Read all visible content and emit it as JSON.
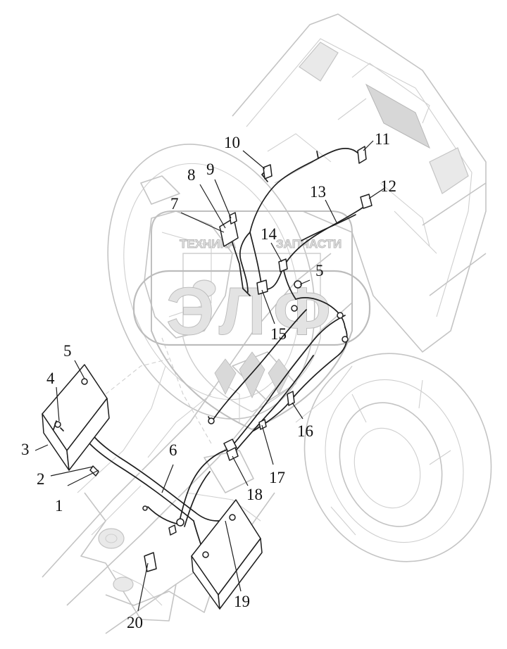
{
  "watermark": {
    "left_word": "ТЕХНИКА",
    "right_word": "ЗАПЧАСТИ",
    "logo": "ЭЛФ"
  },
  "callouts": [
    {
      "id": "1",
      "label": "1"
    },
    {
      "id": "2",
      "label": "2"
    },
    {
      "id": "3",
      "label": "3"
    },
    {
      "id": "4",
      "label": "4"
    },
    {
      "id": "5a",
      "label": "5"
    },
    {
      "id": "5b",
      "label": "5"
    },
    {
      "id": "6",
      "label": "6"
    },
    {
      "id": "7",
      "label": "7"
    },
    {
      "id": "8",
      "label": "8"
    },
    {
      "id": "9",
      "label": "9"
    },
    {
      "id": "10",
      "label": "10"
    },
    {
      "id": "11",
      "label": "11"
    },
    {
      "id": "12",
      "label": "12"
    },
    {
      "id": "13",
      "label": "13"
    },
    {
      "id": "14",
      "label": "14"
    },
    {
      "id": "15",
      "label": "15"
    },
    {
      "id": "16",
      "label": "16"
    },
    {
      "id": "17",
      "label": "17"
    },
    {
      "id": "18",
      "label": "18"
    },
    {
      "id": "19",
      "label": "19"
    },
    {
      "id": "20",
      "label": "20"
    }
  ]
}
